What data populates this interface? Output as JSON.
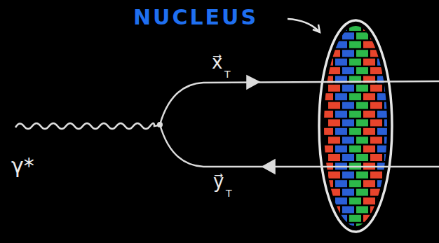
{
  "diagram": {
    "labels": [
      "NUCLEUS",
      "x⃗",
      "T",
      "y⃗",
      "T",
      "γ*"
    ]
  }
}
